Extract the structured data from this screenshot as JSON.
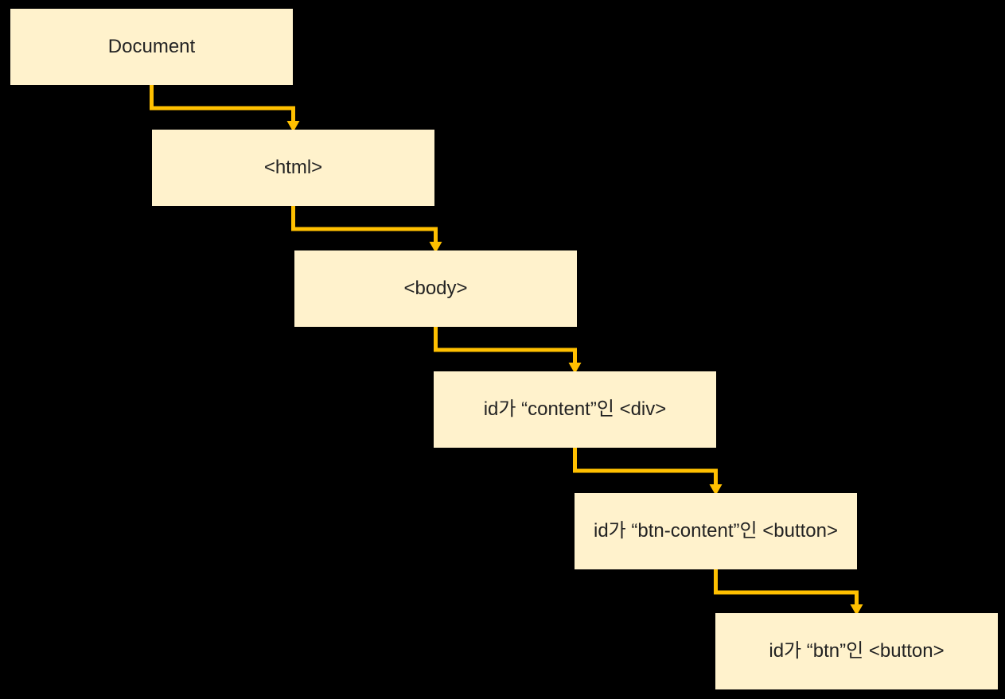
{
  "diagram": {
    "type": "dom-tree",
    "background_color": "#000000",
    "node_fill_color": "#FFF2CC",
    "node_text_color": "#232323",
    "arrow_color": "#FFC000",
    "nodes": [
      {
        "id": "document",
        "label": "Document"
      },
      {
        "id": "html",
        "label": "<html>"
      },
      {
        "id": "body",
        "label": "<body>"
      },
      {
        "id": "div-content",
        "label": "id가 “content”인 <div>"
      },
      {
        "id": "btn-content",
        "label": "id가 “btn-content”인 <button>"
      },
      {
        "id": "btn",
        "label": "id가 “btn”인 <button>"
      }
    ],
    "edges": [
      {
        "from": "document",
        "to": "html"
      },
      {
        "from": "html",
        "to": "body"
      },
      {
        "from": "body",
        "to": "div-content"
      },
      {
        "from": "div-content",
        "to": "btn-content"
      },
      {
        "from": "btn-content",
        "to": "btn"
      }
    ]
  }
}
